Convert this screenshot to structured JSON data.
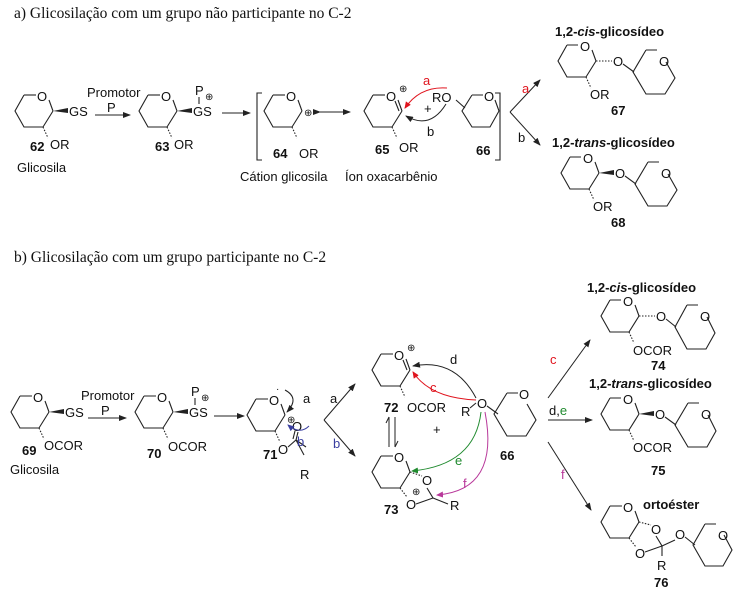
{
  "section_a": {
    "title": "a) Glicosilação com um grupo não participante no C-2",
    "reagent_label": "Promotor",
    "reagent_symbol": "P",
    "compounds": {
      "c62": {
        "number": "62",
        "substituent": "GS",
        "c2_group": "OR",
        "caption": "Glicosila"
      },
      "c63": {
        "number": "63",
        "substituent": "GS",
        "promoter": "P",
        "c2_group": "OR"
      },
      "c64": {
        "number": "64",
        "c2_group": "OR",
        "caption": "Cátion glicosila"
      },
      "c65": {
        "number": "65",
        "c2_group": "OR",
        "caption": "Íon oxacarbênio"
      },
      "c66": {
        "number": "66",
        "nucleophile": "RO"
      },
      "c67": {
        "number": "67",
        "c2_group": "OR",
        "product_name_prefix": "1,2-",
        "product_name_italic": "cis",
        "product_name_suffix": "-glicosídeo"
      },
      "c68": {
        "number": "68",
        "c2_group": "OR",
        "product_name_prefix": "1,2-",
        "product_name_italic": "trans",
        "product_name_suffix": "-glicosídeo"
      }
    },
    "pathways": {
      "a": "a",
      "b": "b",
      "plus": "+"
    }
  },
  "section_b": {
    "title": "b) Glicosilação com um grupo participante no C-2",
    "reagent_label": "Promotor",
    "reagent_symbol": "P",
    "compounds": {
      "c69": {
        "number": "69",
        "substituent": "GS",
        "c2_group": "OCOR",
        "caption": "Glicosila"
      },
      "c70": {
        "number": "70",
        "substituent": "GS",
        "promoter": "P",
        "c2_group": "OCOR"
      },
      "c71": {
        "number": "71",
        "r_group": "R"
      },
      "c72": {
        "number": "72",
        "c2_group": "OCOR"
      },
      "c73": {
        "number": "73",
        "r_group": "R"
      },
      "c66": {
        "number": "66",
        "nucleophile": "R"
      },
      "c74": {
        "number": "74",
        "c2_group": "OCOR",
        "product_name_prefix": "1,2-",
        "product_name_italic": "cis",
        "product_name_suffix": "-glicosídeo"
      },
      "c75": {
        "number": "75",
        "c2_group": "OCOR",
        "product_name_prefix": "1,2-",
        "product_name_italic": "trans",
        "product_name_suffix": "-glicosídeo"
      },
      "c76": {
        "number": "76",
        "r_group": "R",
        "product_name": "ortoéster"
      }
    },
    "pathways": {
      "a": "a",
      "b": "b",
      "c": "c",
      "d": "d",
      "e": "e",
      "f": "f",
      "d_comma": "d,",
      "plus": "+"
    }
  },
  "colors": {
    "path_a_red": "#e0141e",
    "path_b_blue": "#3a3fa0",
    "path_c_red": "#e0141e",
    "path_e_green": "#1f8a2e",
    "path_f_magenta": "#b8389a",
    "ink": "#222222"
  },
  "atoms": {
    "O": "O",
    "R": "R",
    "plus_circle": "⊕"
  }
}
